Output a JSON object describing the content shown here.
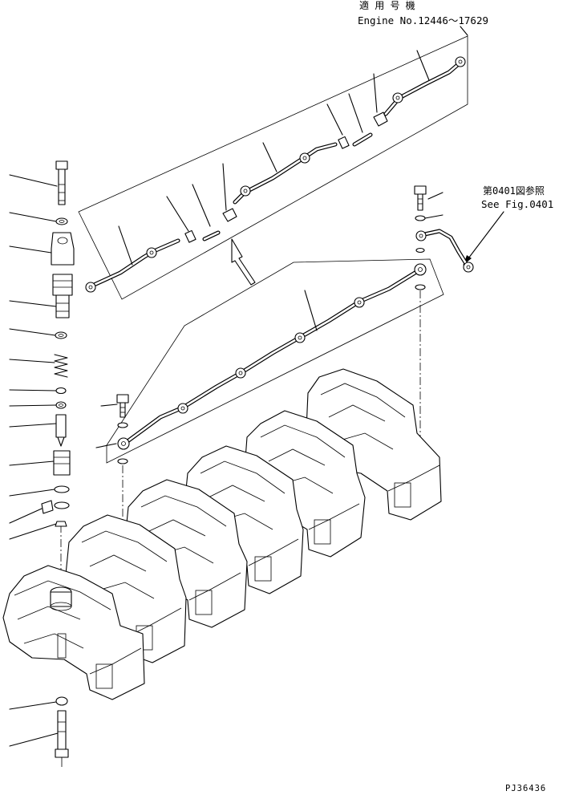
{
  "header": {
    "applicable_jp": "適 用 号 機",
    "engine_range": "Engine No.12446～17629"
  },
  "reference": {
    "jp": "第0401図参照",
    "en": "See Fig.0401"
  },
  "drawing_number": "PJ36436"
}
